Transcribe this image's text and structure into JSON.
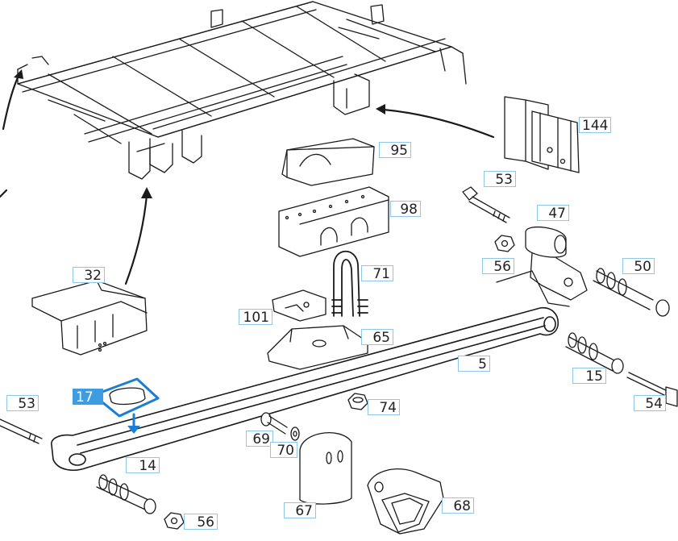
{
  "title": "",
  "colors": {
    "line": "#1a1a1a",
    "label_border": "#8fc7ea",
    "highlight": "#1a7fd4",
    "highlight_fill": "#3d9de0"
  },
  "callouts": {
    "c144": "144",
    "c95": "95",
    "c98": "98",
    "c53a": "53",
    "c47": "47",
    "c56a": "56",
    "c50": "50",
    "c71": "71",
    "c32": "32",
    "c101": "101",
    "c65": "65",
    "c5": "5",
    "c15": "15",
    "c54": "54",
    "c17": "17",
    "c53b": "53",
    "c74": "74",
    "c69": "69",
    "c70": "70",
    "c14": "14",
    "c67": "67",
    "c68": "68",
    "c56b": "56"
  },
  "highlighted_part": "17"
}
